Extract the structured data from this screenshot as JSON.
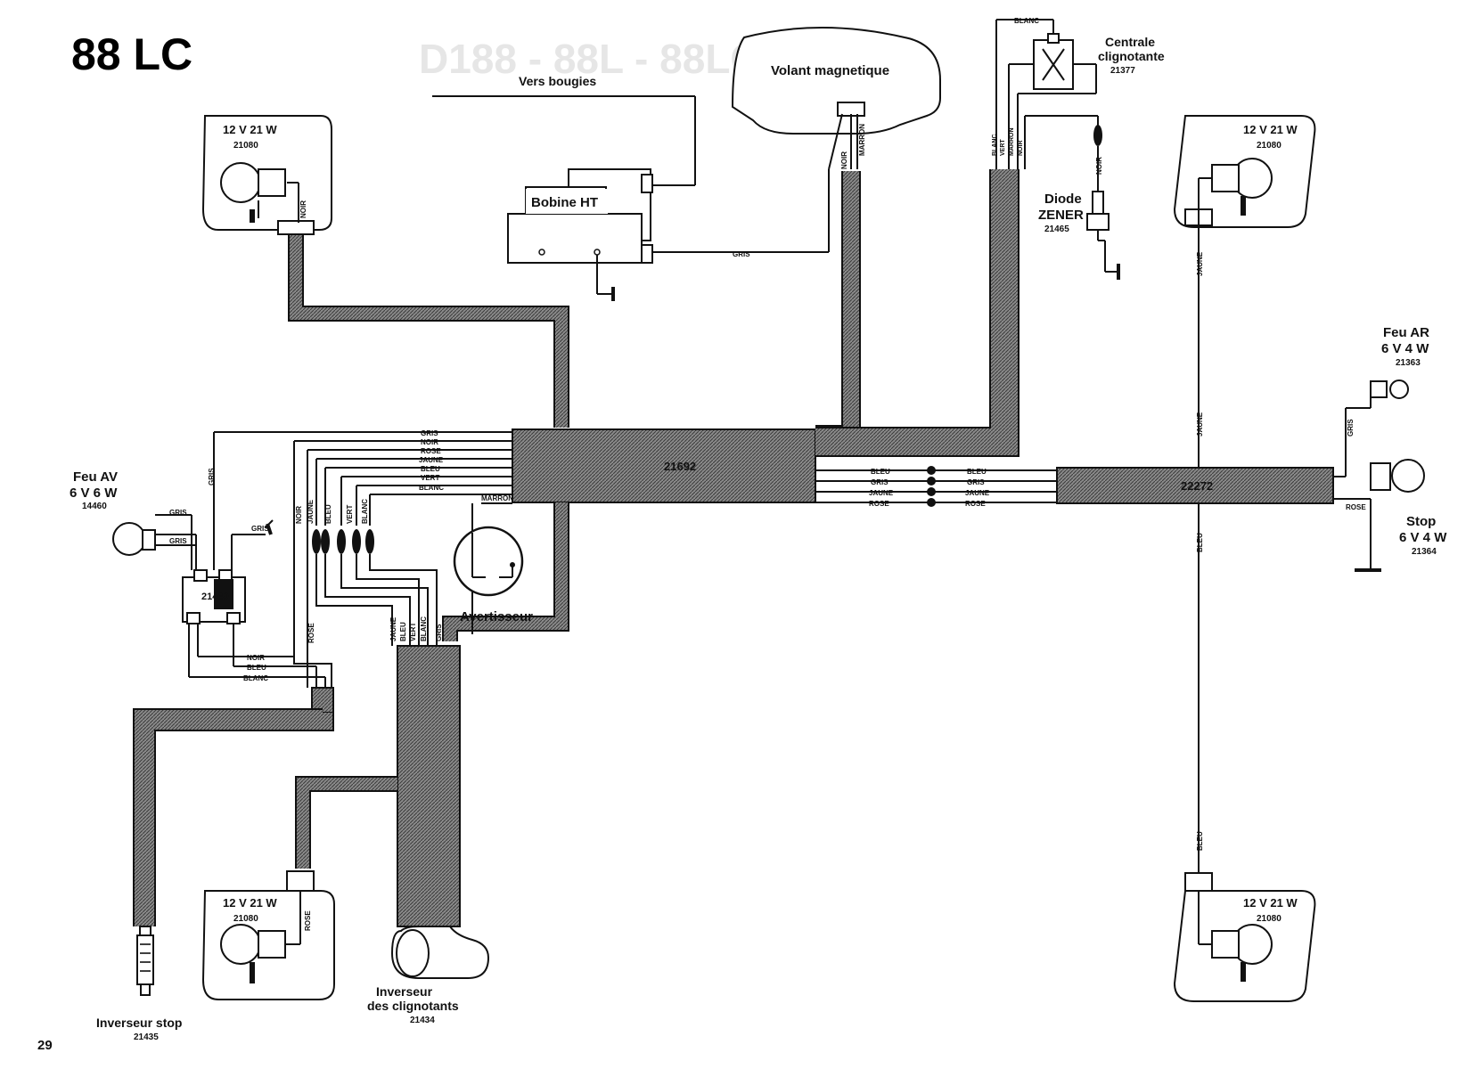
{
  "title": "88 LC",
  "page_number": "29",
  "components": {
    "vers_bougies": "Vers bougies",
    "volant": "Volant magnetique",
    "bobine": "Bobine HT",
    "centrale_1": "Centrale",
    "centrale_2": "clignotante",
    "centrale_ref": "21377",
    "diode_1": "Diode",
    "diode_2": "ZENER",
    "diode_ref": "21465",
    "feu_av_1": "Feu AV",
    "feu_av_2": "6 V 6 W",
    "feu_av_ref": "14460",
    "feu_ar_1": "Feu AR",
    "feu_ar_2": "6 V 4 W",
    "feu_ar_ref": "21363",
    "stop_1": "Stop",
    "stop_2": "6 V 4 W",
    "stop_ref": "21364",
    "avertisseur": "Avertisseur",
    "inv_stop_1": "Inverseur stop",
    "inv_stop_ref": "21435",
    "inv_clig_1": "Inverseur",
    "inv_clig_2": "des clignotants",
    "inv_clig_ref": "21434",
    "switch_ref": "21439",
    "harness_main": "21692",
    "harness_rear": "22272"
  },
  "lamps": {
    "tl_watt": "12 V 21 W",
    "tl_ref": "21080",
    "tr_watt": "12 V 21 W",
    "tr_ref": "21080",
    "bl_watt": "12 V 21 W",
    "bl_ref": "21080",
    "br_watt": "12 V 21 W",
    "br_ref": "21080"
  },
  "wires": {
    "gris": "GRIS",
    "noir": "NOIR",
    "rose": "ROSE",
    "jaune": "JAUNE",
    "bleu": "BLEU",
    "vert": "VERT",
    "blanc": "BLANC",
    "marron": "MARRON"
  }
}
